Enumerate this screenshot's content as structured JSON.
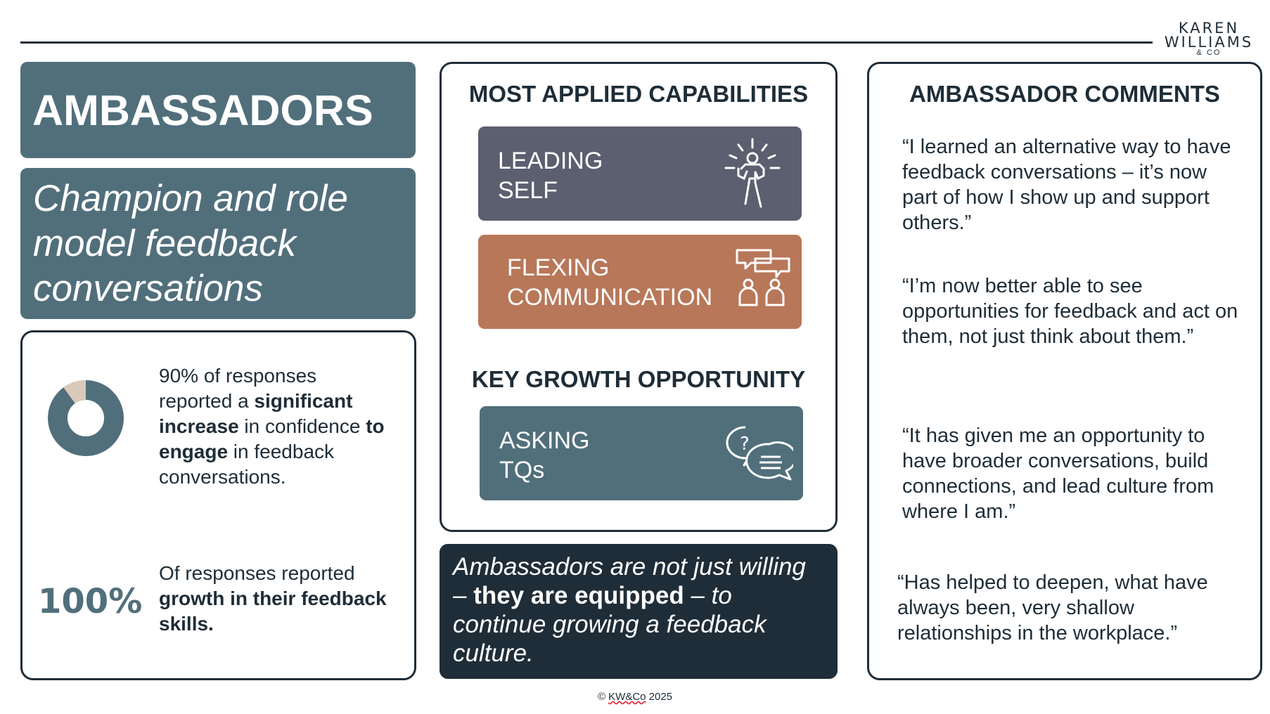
{
  "logo": {
    "line1": "KAREN",
    "line2": "WILLIAMS",
    "line3": "& CO"
  },
  "title": "AMBASSADORS",
  "subtitle": "Champion and role model feedback conversations",
  "stats": {
    "stat1": {
      "pre": "90% of responses reported a ",
      "bold1": "significant increase",
      "mid": " in confidence ",
      "bold2": "to engage",
      "post": " in feedback conversations.",
      "percent": 90
    },
    "stat2": {
      "big": "100%",
      "pre": "Of responses reported ",
      "bold": "growth in their feedback skills."
    }
  },
  "capabilities": {
    "heading": "MOST APPLIED CAPABILITIES",
    "items": [
      {
        "line1": "LEADING",
        "line2": "SELF",
        "icon": "person-radiating-icon"
      },
      {
        "line1": "FLEXING",
        "line2": "COMMUNICATION",
        "icon": "people-talking-icon"
      }
    ],
    "growth_heading": "KEY GROWTH OPPORTUNITY",
    "growth": {
      "line1": "ASKING",
      "line2": "TQs",
      "icon": "question-speech-icon"
    }
  },
  "callout": {
    "it1": "Ambassadors are not just willing",
    "dash1": " – ",
    "bold": "they are equipped",
    "dash2": " – ",
    "it2": "to continue growing a feedback culture."
  },
  "comments": {
    "heading": "AMBASSADOR COMMENTS",
    "items": [
      "“I learned an alternative way to have feedback conversations – it’s now part of how I show up and support others.”",
      "“I’m now better able to see opportunities for feedback and act on them, not just think about them.”",
      "“It has given me an opportunity to have broader conversations, build connections, and lead culture from where I am.”",
      "“Has helped to deepen, what have always been, very shallow relationships in the workplace.”"
    ]
  },
  "footer": {
    "prefix": "© ",
    "brand": "KW&Co",
    "year": " 2025"
  },
  "colors": {
    "slate": "#516f7b",
    "dark": "#1f2d38",
    "grey": "#5b5f6f",
    "terracotta": "#b87759",
    "beige": "#d9c9b8"
  }
}
